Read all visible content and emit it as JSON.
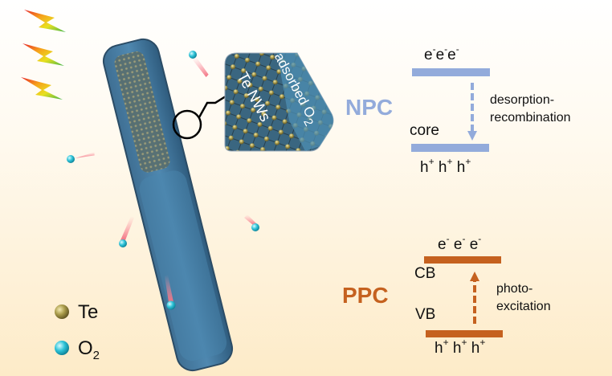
{
  "inset": {
    "label_nw": "Te NWs",
    "label_o2": "adsorbed O",
    "label_o2_sub": "2"
  },
  "npc": {
    "title": "NPC",
    "top_carriers": [
      "e",
      "e",
      "e"
    ],
    "carrier_e_sup": "-",
    "bottom_carriers": [
      "h",
      "h",
      "h"
    ],
    "carrier_h_sup": "+",
    "level_label": "core",
    "process_line1": "desorption-",
    "process_line2": "recombination",
    "color": "#93abdb"
  },
  "ppc": {
    "title": "PPC",
    "top_carriers": [
      "e",
      "e",
      "e"
    ],
    "carrier_e_sup": "-",
    "bottom_carriers": [
      "h",
      "h",
      "h"
    ],
    "carrier_h_sup": "+",
    "cb_label": "CB",
    "vb_label": "VB",
    "process_line1": "photo-",
    "process_line2": "excitation",
    "color": "#c5611f"
  },
  "legend": {
    "te_label": "Te",
    "o2_label": "O",
    "o2_sub": "2"
  }
}
